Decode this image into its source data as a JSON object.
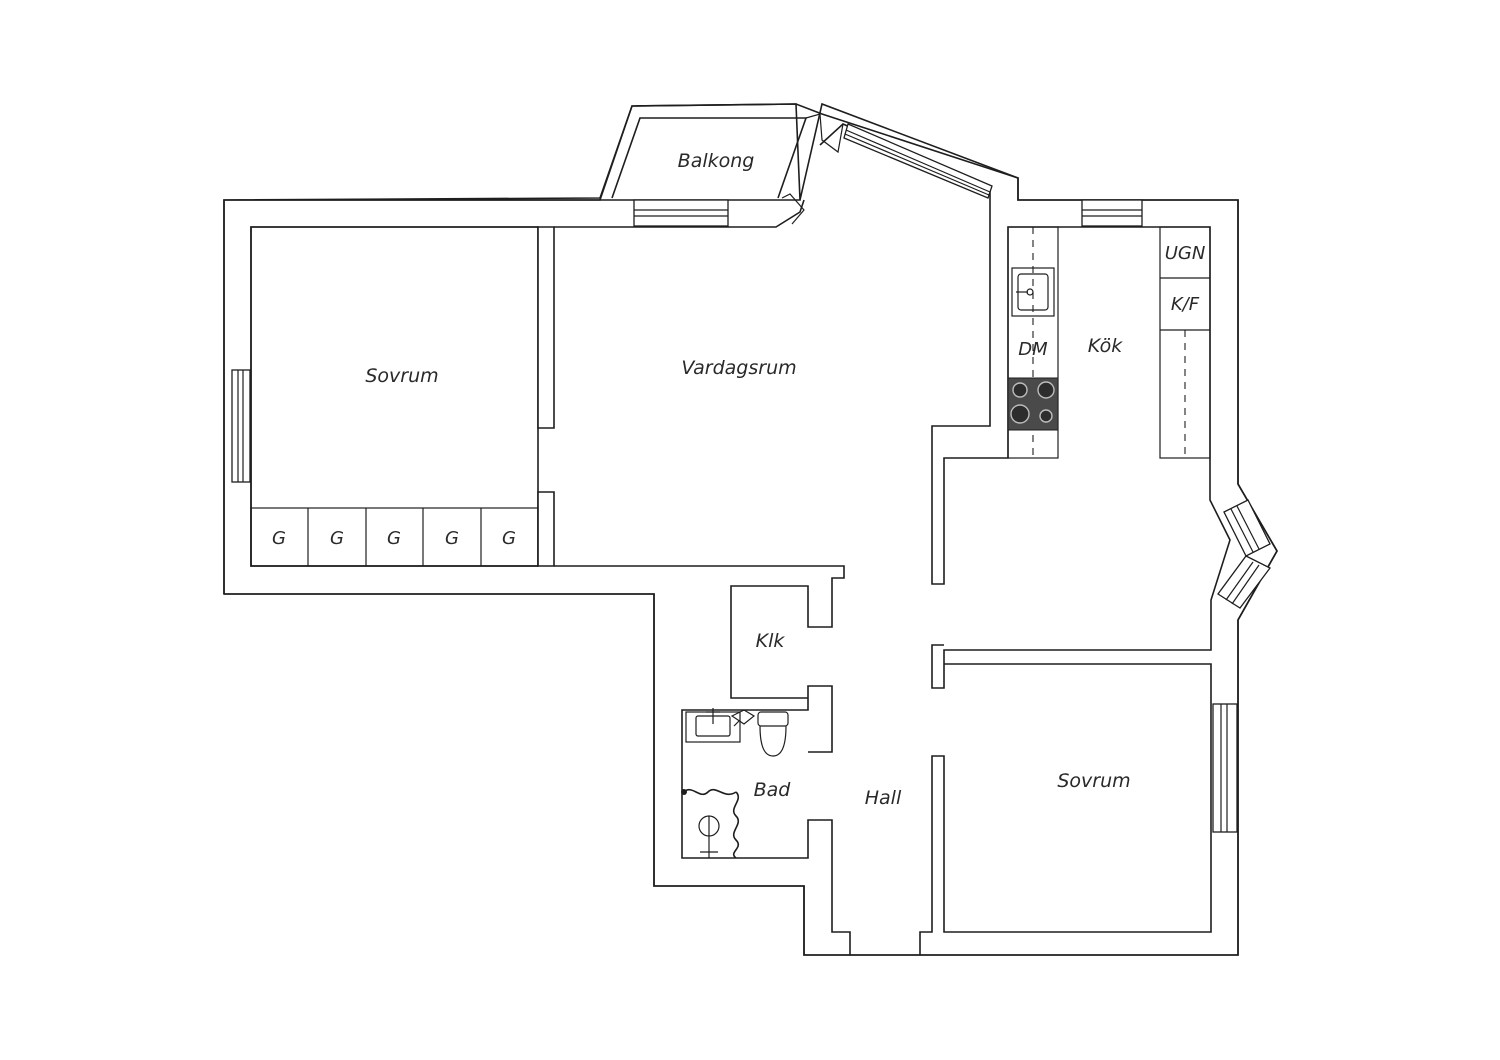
{
  "floor_plan": {
    "rooms": {
      "sovrum_1": "Sovrum",
      "vardagsrum": "Vardagsrum",
      "balkong": "Balkong",
      "kok": "Kök",
      "klk": "Klk",
      "bad": "Bad",
      "hall": "Hall",
      "sovrum_2": "Sovrum"
    },
    "appliances": {
      "dm": "DM",
      "ugn": "UGN",
      "kf": "K/F"
    },
    "wardrobes": [
      "G",
      "G",
      "G",
      "G",
      "G"
    ],
    "colors": {
      "wall_stroke": "#1e1e1e",
      "label": "#2a2a2a",
      "stove": "#4a4a4a"
    }
  }
}
